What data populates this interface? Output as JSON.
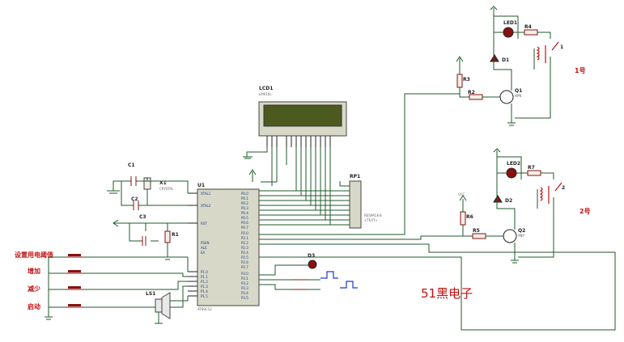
{
  "brand": "51黑电子",
  "relays": [
    {
      "tag": "1号",
      "relay": "1",
      "led": "LED1",
      "res": "R4",
      "diode": "D1",
      "base_res": "R2",
      "pull_res": "R3",
      "transistor": "Q1",
      "sub": "NPN"
    },
    {
      "tag": "2号",
      "relay": "2",
      "led": "LED2",
      "res": "R7",
      "diode": "D2",
      "base_res": "R5",
      "pull_res": "R6",
      "transistor": "Q2",
      "sub": "PNP"
    }
  ],
  "lcd": {
    "ref": "LCD1",
    "model": "LM016L"
  },
  "rp": {
    "ref": "RP1",
    "model": "RESPACK-8"
  },
  "mcu": {
    "ref": "U1",
    "model": "AT89C52"
  },
  "crystal": {
    "ref": "X1",
    "value": "CRYSTAL"
  },
  "caps": [
    "C1",
    "C2",
    "C3"
  ],
  "r1": "R1",
  "diode3": "D3",
  "buzzer": "LS1",
  "buttons": [
    "设置用电阈值",
    "增加",
    "减少",
    "启动"
  ],
  "text_lines": {
    "vcc": "VCC",
    "text": "<TEXT>"
  }
}
